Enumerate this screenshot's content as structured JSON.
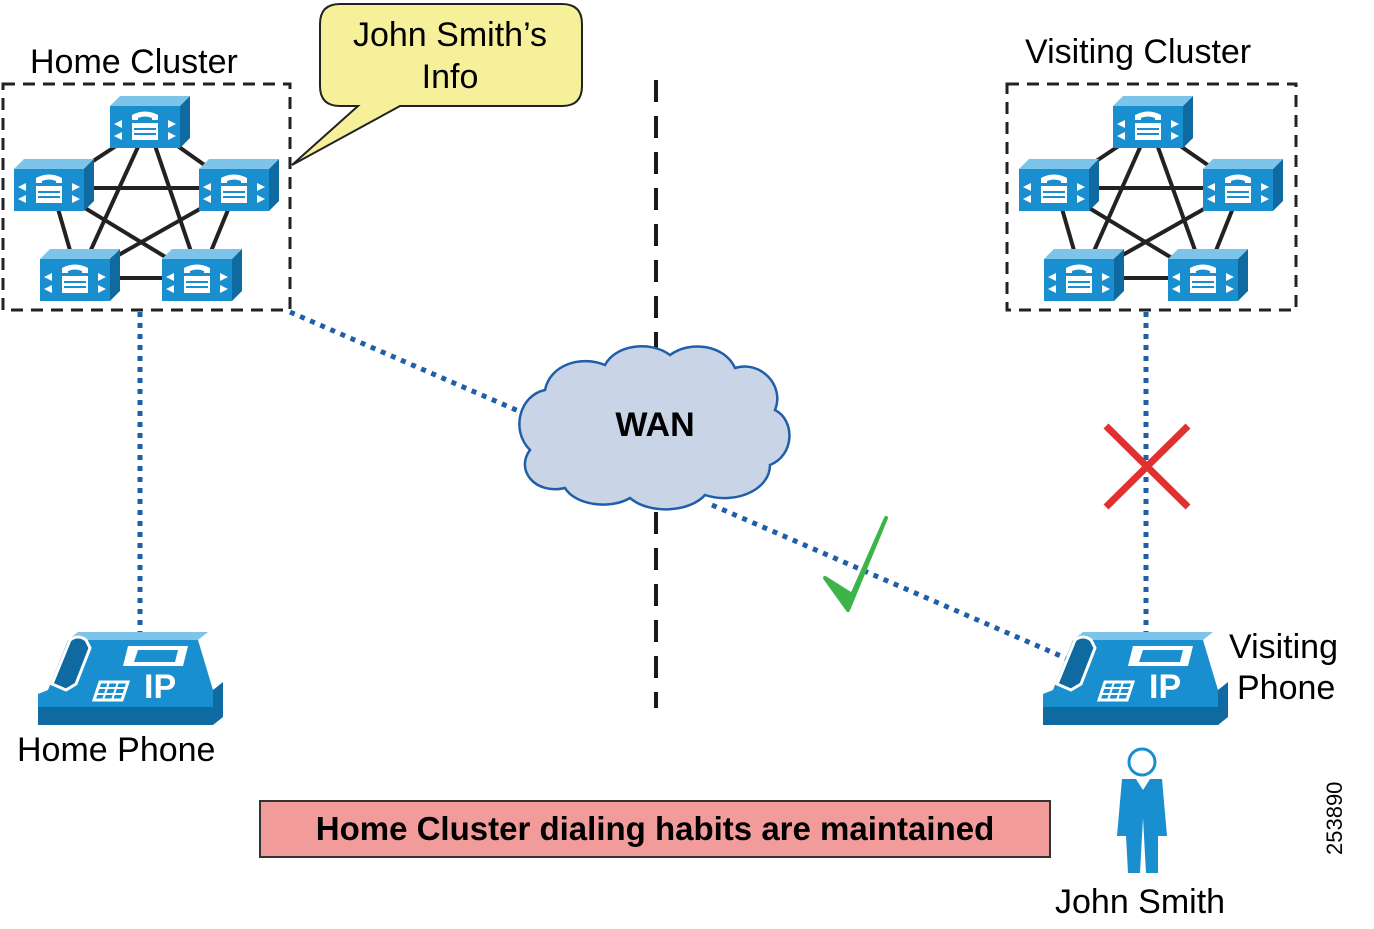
{
  "labels": {
    "home_cluster": "Home Cluster",
    "visiting_cluster": "Visiting Cluster",
    "callout_line1": "John Smith’s",
    "callout_line2": "Info",
    "wan": "WAN",
    "home_phone": "Home Phone",
    "visiting_phone_line1": "Visiting",
    "visiting_phone_line2": "Phone",
    "user": "John Smith",
    "banner": "Home Cluster dialing habits are maintained",
    "figure_id": "253890",
    "phone_badge": "IP"
  },
  "colors": {
    "cisco_blue": "#1a8fcf",
    "cisco_dark": "#0e6aa0",
    "link_blue": "#1f5ea8",
    "callout_fill": "#f6f09a",
    "cloud_fill": "#c9d5e6",
    "banner_fill": "#f29b9b",
    "cross_red": "#e03030",
    "check_green": "#3cb44a"
  },
  "icons": [
    "call-manager-server-icon",
    "ip-phone-icon",
    "cloud-icon",
    "person-icon",
    "check-icon",
    "cross-icon"
  ]
}
